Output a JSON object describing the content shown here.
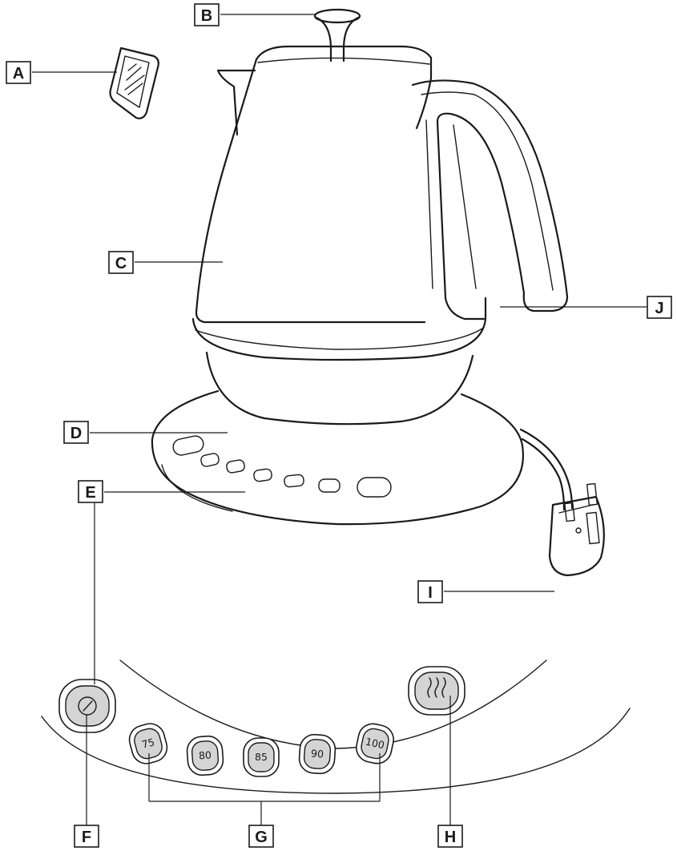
{
  "labels": {
    "a": "A",
    "b": "B",
    "c": "C",
    "d": "D",
    "e": "E",
    "f": "F",
    "g": "G",
    "h": "H",
    "i": "I",
    "j": "J"
  },
  "panel": {
    "temp_buttons": [
      "75",
      "80",
      "85",
      "90",
      "100"
    ]
  }
}
